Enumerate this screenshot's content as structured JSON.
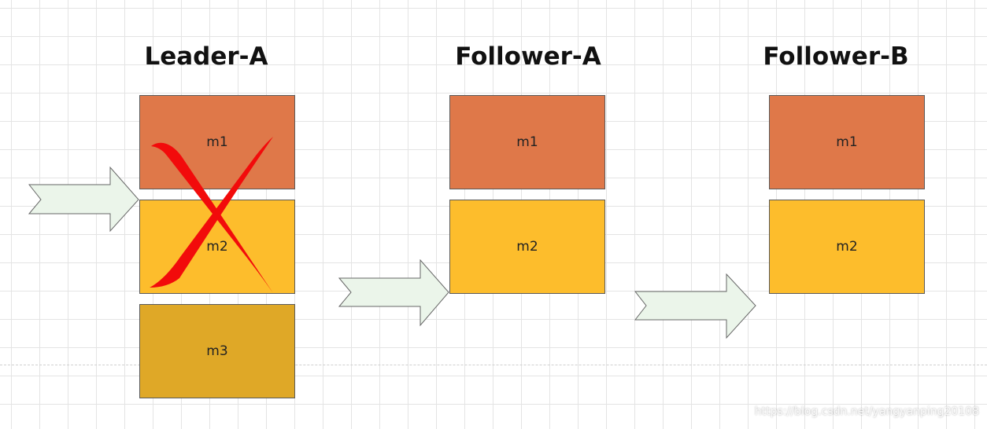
{
  "colors": {
    "m1": "#df7849",
    "m2": "#fdbd2c",
    "m3": "#dfa827",
    "arrow_fill": "#ebf5ea",
    "arrow_stroke": "#666666",
    "cross": "#f20b0b"
  },
  "nodes": [
    {
      "id": "leader-a",
      "title": "Leader-A",
      "messages": [
        {
          "label": "m1",
          "color_key": "m1"
        },
        {
          "label": "m2",
          "color_key": "m2"
        },
        {
          "label": "m3",
          "color_key": "m3"
        }
      ],
      "crossed_out": true
    },
    {
      "id": "follower-a",
      "title": "Follower-A",
      "messages": [
        {
          "label": "m1",
          "color_key": "m1"
        },
        {
          "label": "m2",
          "color_key": "m2"
        }
      ]
    },
    {
      "id": "follower-b",
      "title": "Follower-B",
      "messages": [
        {
          "label": "m1",
          "color_key": "m1"
        },
        {
          "label": "m2",
          "color_key": "m2"
        }
      ]
    }
  ],
  "watermark": "https://blog.csdn.net/yangyanping20108"
}
